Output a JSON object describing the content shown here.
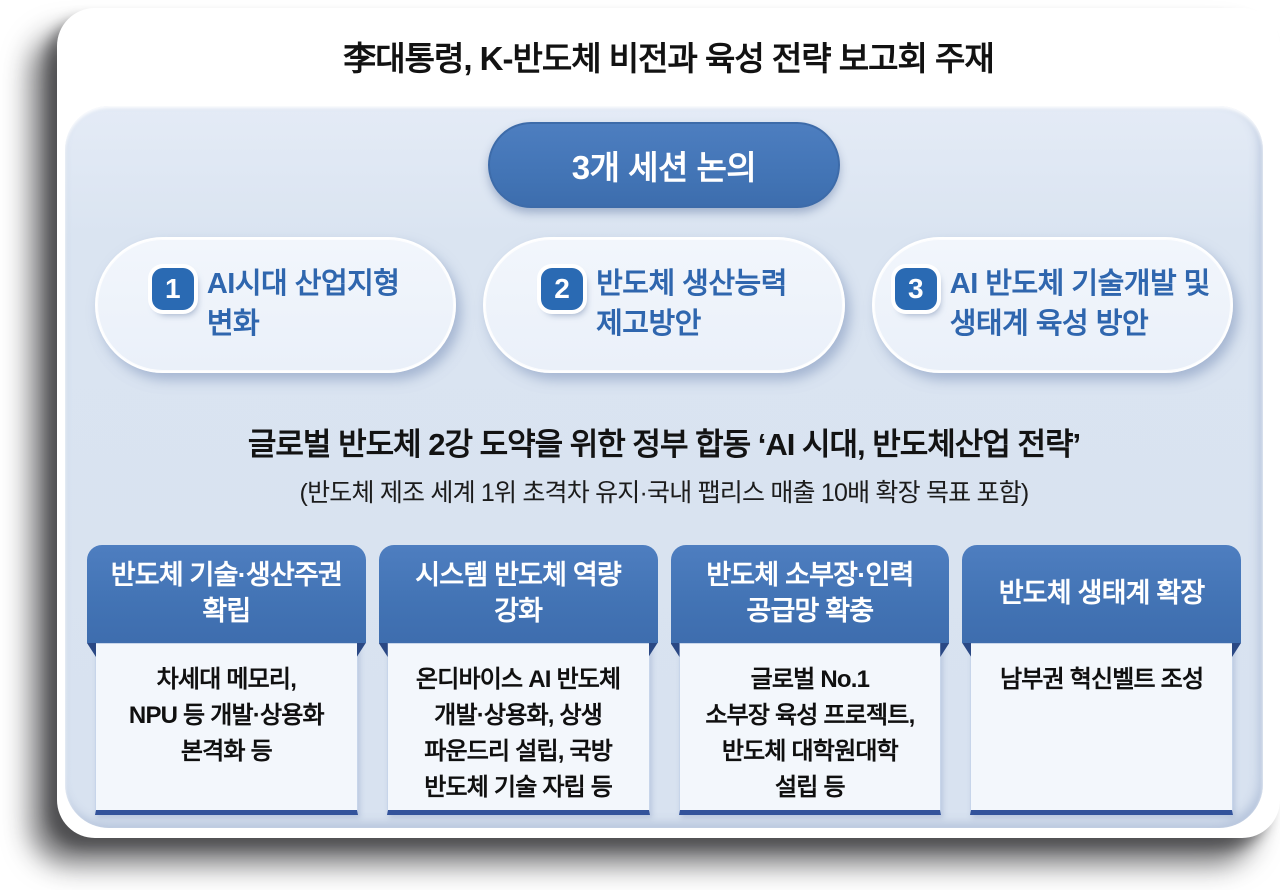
{
  "title": "李대통령, K-반도체 비전과 육성 전략 보고회 주재",
  "session_banner": "3개 세션 논의",
  "sessions": [
    {
      "num": "1",
      "label": "AI시대 산업지형\n변화"
    },
    {
      "num": "2",
      "label": "반도체 생산능력\n제고방안"
    },
    {
      "num": "3",
      "label": "AI 반도체 기술개발 및\n생태계 육성 방안"
    }
  ],
  "strategy": {
    "headline": "글로벌 반도체 2강 도약을 위한 정부 합동 ‘AI 시대, 반도체산업 전략’",
    "subline": "(반도체 제조 세계 1위 초격차 유지·국내 팹리스 매출 10배 확장 목표 포함)"
  },
  "pillars": [
    {
      "header": "반도체 기술·생산주권\n확립",
      "body": "차세대 메모리,\nNPU 등 개발·상용화\n본격화 등"
    },
    {
      "header": "시스템 반도체 역량\n강화",
      "body": "온디바이스 AI 반도체\n개발·상용화, 상생\n파운드리 설립, 국방\n반도체 기술 자립 등"
    },
    {
      "header": "반도체 소부장·인력\n공급망 확충",
      "body": "글로벌 No.1\n소부장 육성 프로젝트,\n반도체 대학원대학\n설립 등"
    },
    {
      "header": "반도체 생태계 확장",
      "body": "남부권 혁신벨트 조성"
    }
  ],
  "colors": {
    "accent_blue": "#4273b4",
    "badge_blue": "#2a6ab3",
    "session_text_blue": "#2f66ae",
    "panel_background": "#d8e2f0",
    "pill_background": "#eef3fa",
    "body_background": "#f3f7fc",
    "body_bottom_border": "#33539b",
    "fold_navy": "#2a4884",
    "text_black": "#121212",
    "white": "#ffffff"
  }
}
